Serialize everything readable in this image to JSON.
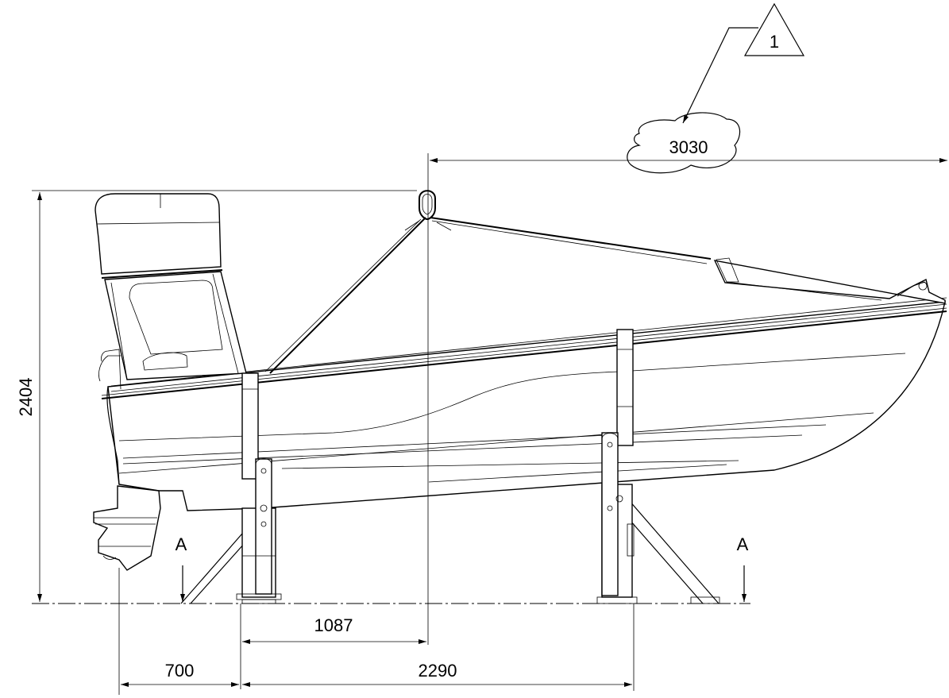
{
  "dimensions": {
    "height": "2404",
    "lift_point_to_stern": "3030",
    "stand_to_lift_point": "1087",
    "stern_to_stand": "700",
    "stand_spacing": "2290"
  },
  "revision": {
    "marker": "1"
  },
  "section": {
    "left_label": "A",
    "right_label": "A"
  }
}
